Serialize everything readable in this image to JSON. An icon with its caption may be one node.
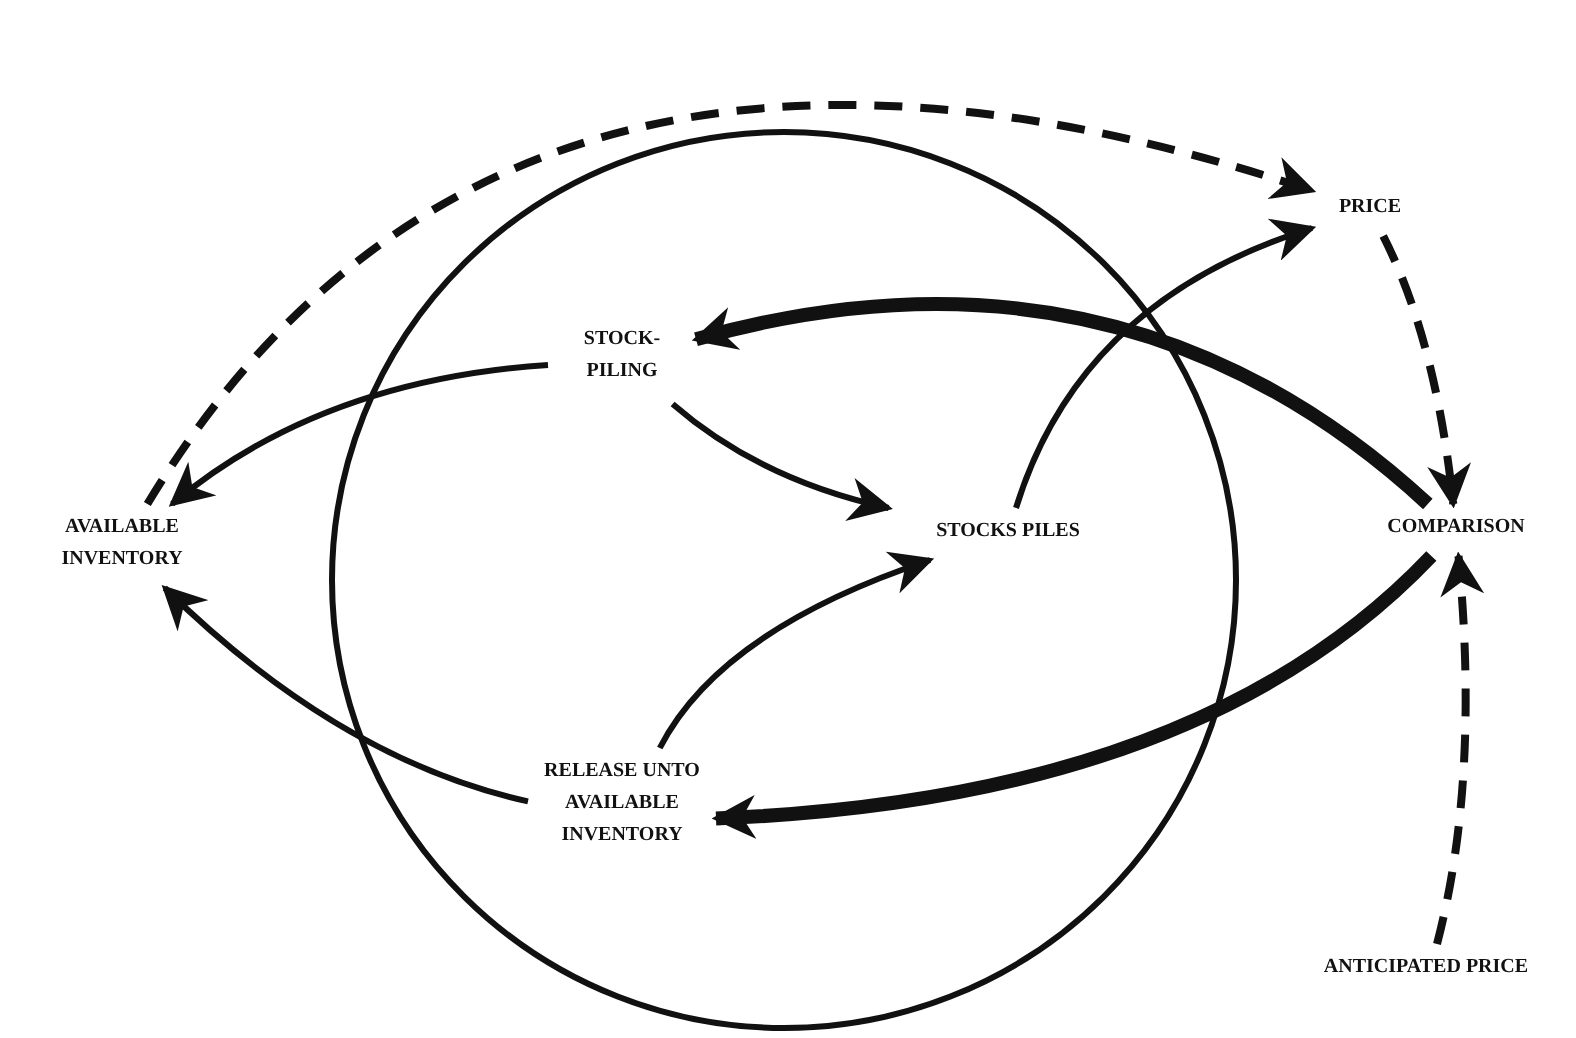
{
  "diagram": {
    "nodes": [
      {
        "text": [
          "PRICE"
        ]
      },
      {
        "text": [],
        "shape": "circle"
      },
      {
        "text": [
          "STOCK- PILING"
        ],
        "in": 1
      },
      {
        "text": [
          "AVAILABLE INVENTORY"
        ]
      },
      {
        "text": [
          "STOCKS PILES"
        ],
        "in": 1
      },
      {
        "text": [
          "COMPARISON"
        ]
      },
      {
        "text": [
          "RELEASE UNTO AVAILABLE INVENTORY"
        ],
        "in": 1
      },
      {
        "text": [
          "ANTICIPATED PRICE"
        ]
      }
    ],
    "edges": [
      {
        "from": 3,
        "to": 0,
        "arrow": "to",
        "style": "dashed"
      },
      {
        "from": 0,
        "to": 5,
        "arrow": "to",
        "style": "dashed"
      },
      {
        "from": 2,
        "to": 3,
        "arrow": "to"
      },
      {
        "from": 2,
        "to": 4,
        "arrow": "to"
      },
      {
        "from": 4,
        "to": 0,
        "arrow": "to"
      },
      {
        "from": 5,
        "to": 2,
        "arrow": "to",
        "style": "thick"
      },
      {
        "from": 5,
        "to": 6,
        "arrow": "to",
        "style": "thick"
      },
      {
        "from": 6,
        "to": 3,
        "arrow": "to"
      },
      {
        "from": 6,
        "to": 4,
        "arrow": "to"
      },
      {
        "from": 7,
        "to": 5,
        "arrow": "to",
        "style": "dashed"
      }
    ]
  }
}
